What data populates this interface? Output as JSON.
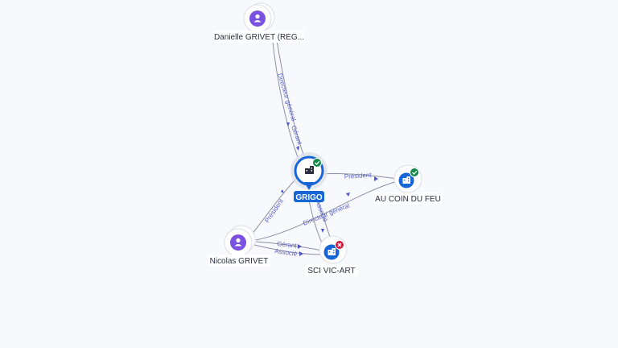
{
  "nodes": {
    "danielle": {
      "label": "Danielle GRIVET (REG...",
      "type": "person"
    },
    "grigo": {
      "label": "GRIGO",
      "type": "company",
      "status": "active"
    },
    "aucoin": {
      "label": "AU COIN DU FEU",
      "type": "company",
      "status": "active"
    },
    "nicolas": {
      "label": "Nicolas GRIVET",
      "type": "person"
    },
    "scivic": {
      "label": "SCI VIC-ART",
      "type": "company",
      "status": "closed"
    }
  },
  "edges": {
    "danielle_grigo_dg": "Directeur général",
    "danielle_grigo_gerant": "Gérant",
    "grigo_aucoin_president": "Président",
    "nicolas_grigo_president": "Président",
    "nicolas_aucoin_dg": "Directeur général",
    "grigo_scivic_associe": "Associé",
    "nicolas_scivic_gerant": "Gérant",
    "nicolas_scivic_associe": "Associé"
  },
  "colors": {
    "person_icon": "#7b52e0",
    "company_icon": "#1766d6",
    "status_active": "#12884a",
    "status_closed": "#d11a3f",
    "edge_line": "#8c8fa3",
    "edge_label": "#5b62c9"
  },
  "icons": {
    "person": "user-icon",
    "company": "building-icon",
    "active": "check-icon",
    "closed": "close-icon"
  }
}
